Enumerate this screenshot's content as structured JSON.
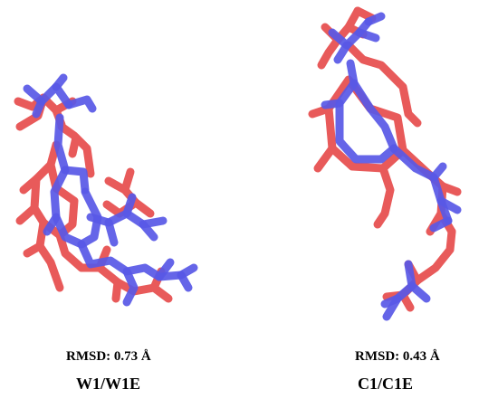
{
  "colors": {
    "structure_a": "#e85a5a",
    "structure_b": "#5858e6",
    "background": "#ffffff"
  },
  "panels": [
    {
      "rmsd": "RMSD: 0.73 Å",
      "label": "W1/W1E"
    },
    {
      "rmsd": "RMSD: 0.43 Å",
      "label": "C1/C1E"
    }
  ]
}
